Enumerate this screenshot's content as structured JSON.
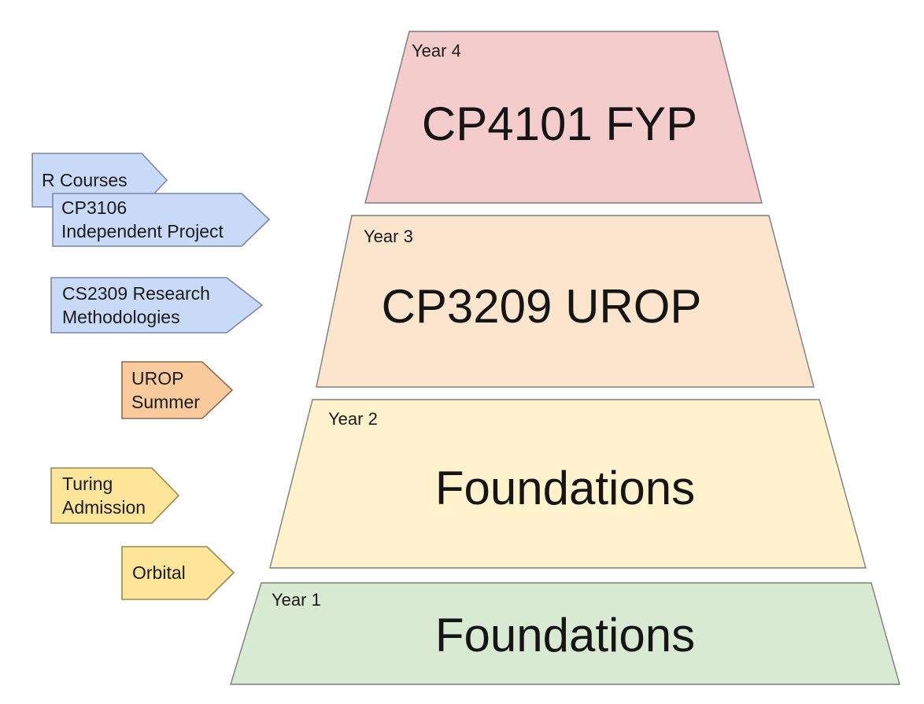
{
  "diagram": {
    "background": "#ffffff",
    "text_color": "#1a1a1a",
    "levels": [
      {
        "year_label": "Year 4",
        "title": "CP4101 FYP",
        "fill": "#f4cccc"
      },
      {
        "year_label": "Year 3",
        "title": "CP3209 UROP",
        "fill": "#fce5cd"
      },
      {
        "year_label": "Year 2",
        "title": "Foundations",
        "fill": "#fff2cc"
      },
      {
        "year_label": "Year 1",
        "title": "Foundations",
        "fill": "#d9ead3"
      }
    ],
    "arrows": [
      {
        "lines": [
          "R Courses"
        ],
        "fill": "#c9daf8"
      },
      {
        "lines": [
          "CP3106",
          "Independent Project"
        ],
        "fill": "#c9daf8"
      },
      {
        "lines": [
          "CS2309 Research",
          "Methodologies"
        ],
        "fill": "#c9daf8"
      },
      {
        "lines": [
          "UROP",
          "Summer"
        ],
        "fill": "#f9cb9c"
      },
      {
        "lines": [
          "Turing",
          "Admission"
        ],
        "fill": "#ffe599"
      },
      {
        "lines": [
          "Orbital"
        ],
        "fill": "#ffe599"
      }
    ]
  }
}
